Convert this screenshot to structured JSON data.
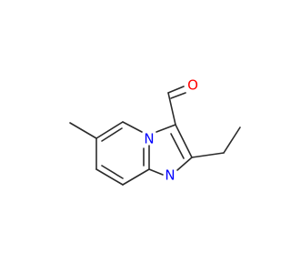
{
  "molecule": {
    "atoms": {
      "N_bridge": {
        "symbol": "N",
        "color": "#0000ff"
      },
      "N_ring": {
        "symbol": "N",
        "color": "#0000ff"
      },
      "O_aldehyde": {
        "symbol": "O",
        "color": "#ff0000"
      }
    },
    "bond_color": "#2b2b2b"
  }
}
